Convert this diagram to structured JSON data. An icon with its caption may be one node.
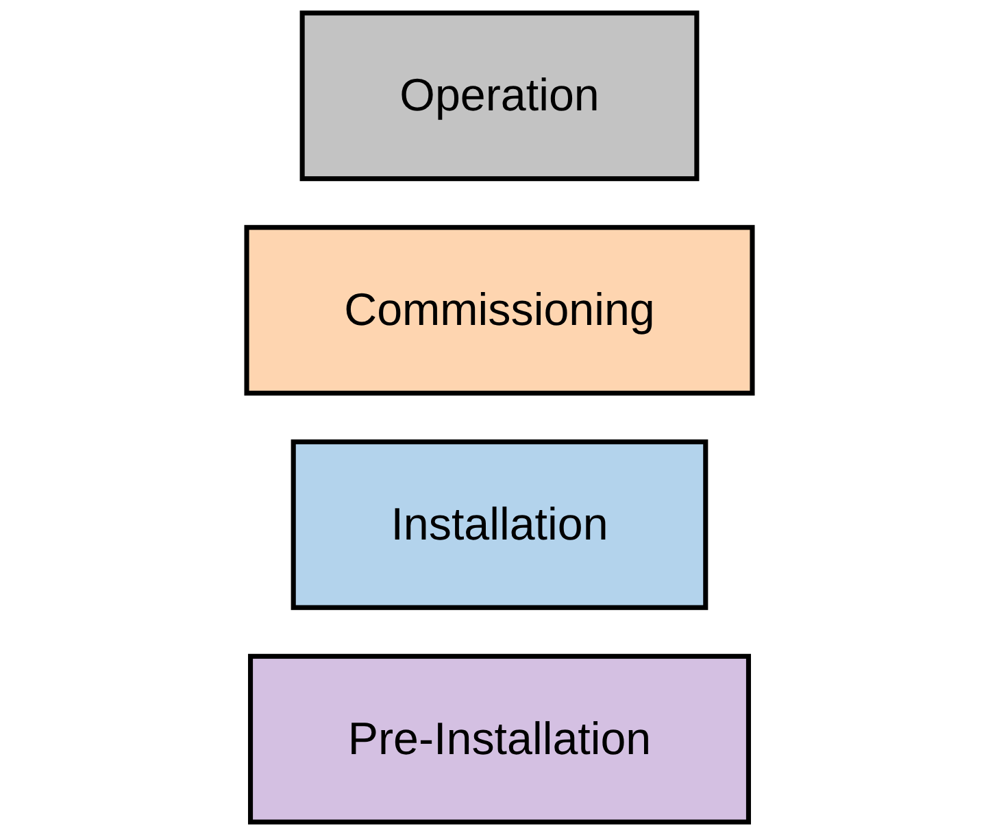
{
  "diagram": {
    "nodes": [
      {
        "text": [
          "Operation"
        ]
      },
      {
        "text": [
          "Commissioning"
        ]
      },
      {
        "text": [
          "Installation"
        ]
      },
      {
        "text": [
          "Pre-Installation"
        ]
      }
    ],
    "edges": []
  }
}
